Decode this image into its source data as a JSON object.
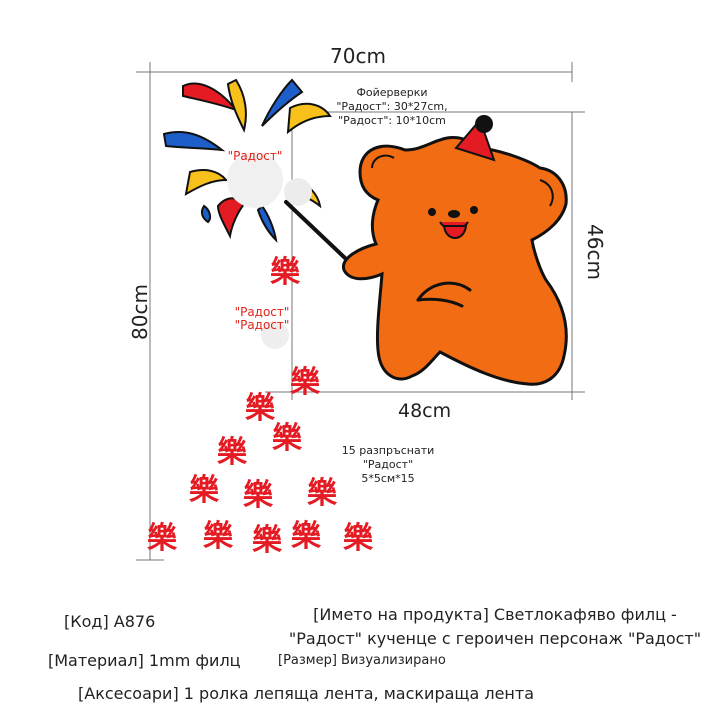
{
  "dimensions": {
    "width_total": "70cm",
    "height_total": "80cm",
    "bear_height": "46cm",
    "bear_width": "48cm"
  },
  "labels": {
    "fireworks_note": [
      "Фойерверки",
      "\"Радост\": 30*27cm,",
      "\"Радост\": 10*10cm"
    ],
    "radost_top": "\"Радост\"",
    "radost_mid": [
      "\"Радост\"",
      "\"Радост\""
    ],
    "scattered_note": [
      "15 разпръснати",
      "\"Радост\"",
      "5*5см*15"
    ]
  },
  "product_info": {
    "code": "[Код] A876",
    "material": "[Материал] 1mm филц",
    "accessories": "[Аксесоари] 1 ролка лепяща лента, маскираща лента",
    "size": "[Размер] Визуализирано",
    "name_line1": "[Името на продукта] Светлокафяво филц -",
    "name_line2": "\"Радост\" кученце с героичен персонаж \"Радост\""
  },
  "colors": {
    "bear": "#f26c13",
    "outline": "#111111",
    "red": "#e41b23",
    "blue": "#1d5ec9",
    "yellow": "#f7c01b"
  }
}
